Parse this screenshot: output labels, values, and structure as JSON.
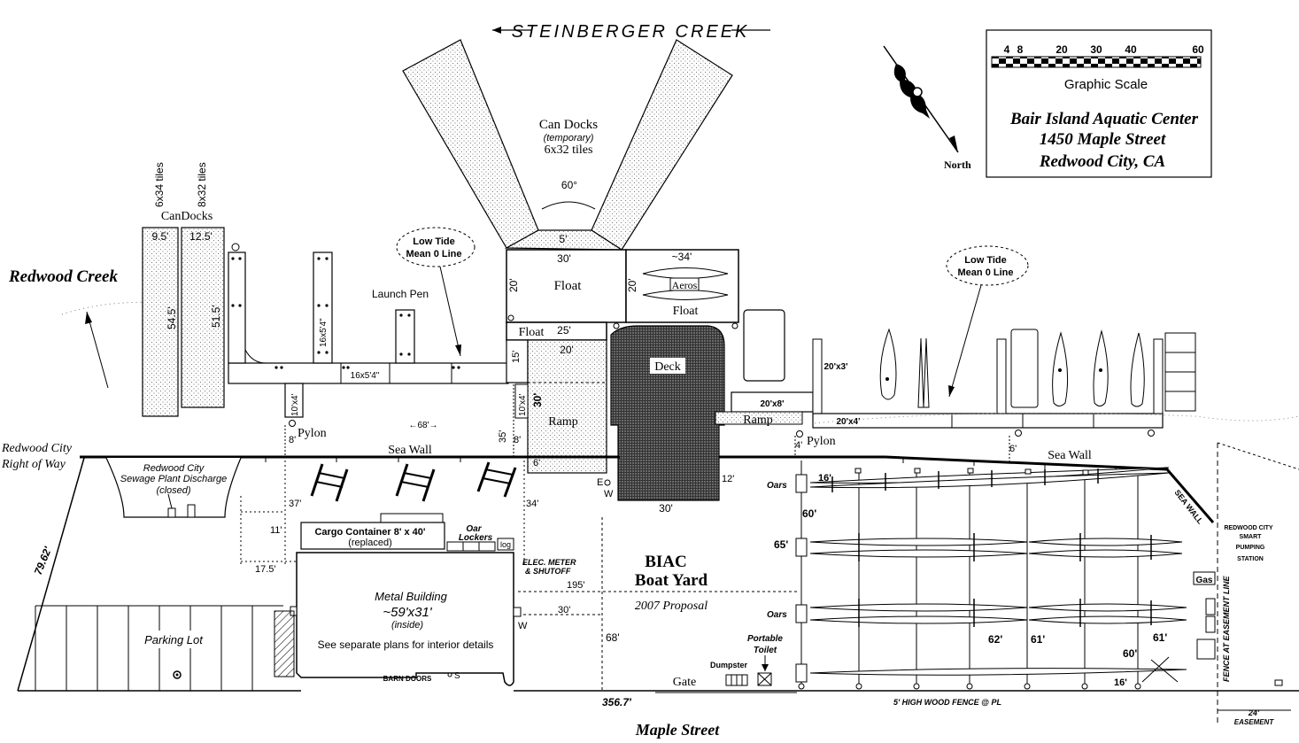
{
  "creek": {
    "label": "STEINBERGER CREEK"
  },
  "title_block": {
    "scale_ticks": [
      "4",
      "8",
      "20",
      "30",
      "40",
      "60"
    ],
    "scale_caption": "Graphic Scale",
    "line1": "Bair Island Aquatic Center",
    "line2": "1450 Maple Street",
    "line3": "Redwood City, CA"
  },
  "north": {
    "label": "North"
  },
  "left_water": {
    "label": "Redwood Creek"
  },
  "row": {
    "line1": "Redwood City",
    "line2": "Right of Way"
  },
  "candocks_left": {
    "title": "CanDocks",
    "tile_a": "6x34 tiles",
    "tile_b": "8x32 tiles",
    "width_a": "9.5'",
    "width_b": "12.5'",
    "len_a": "54.5'",
    "len_b": "51.5'"
  },
  "can_docks_top": {
    "title": "Can Docks",
    "sub": "(temporary)",
    "tiles": "6x32 tiles",
    "angle": "60°",
    "gap": "5'"
  },
  "tide": [
    {
      "line1": "Low Tide",
      "line2": "Mean 0 Line"
    },
    {
      "line1": "Low Tide",
      "line2": "Mean 0 Line"
    }
  ],
  "docks": {
    "launch_pen": "Launch Pen",
    "finger_16": "16x5'4\"",
    "walk_16": "16x5'4\"",
    "pier_10": "10'x4'",
    "pier_10b": "10'x4'",
    "span_68": "←68'→",
    "float_left_label": "Float",
    "float_left_w": "30'",
    "float_left_h": "20'",
    "float_right_label": "Float",
    "float_right_w": "~34'",
    "float_right_h": "20'",
    "aeros": "Aeros",
    "float_small": "Float",
    "float_small_w": "25'",
    "ramp_label": "Ramp",
    "ramp_top": "20'",
    "ramp_len": "30'",
    "ramp_left": "15'",
    "ramp_right": "Ramp",
    "deck": "Deck",
    "d20x8": "20'x8'",
    "d20x3": "20'x3'",
    "d20x4": "20'x4'"
  },
  "markers": {
    "pylon_left": "Pylon",
    "pylon_right": "Pylon",
    "sea_wall_left": "Sea Wall",
    "sea_wall_right": "Sea Wall",
    "sea_wall_diag": "SEA WALL",
    "e": "E",
    "w": "W",
    "w2": "W",
    "s": "S"
  },
  "dims": {
    "d8": "8'",
    "d35": "35'",
    "d8b": "8'",
    "d6a": "6'",
    "d4": "4'",
    "d6b": "6'",
    "d12": "12'",
    "d30deck": "30'",
    "d37": "37'",
    "d11": "11'",
    "d17": "17.5'",
    "d34": "34'",
    "d195": "195'",
    "d30": "30'",
    "d68": "68'",
    "d79": "79.62'",
    "d356": "356.7'",
    "d16top": "16'",
    "d60a": "60'",
    "d65": "65'",
    "d62": "62'",
    "d61a": "61'",
    "d61b": "61'",
    "d60b": "60'",
    "d16bot": "16'",
    "d24": "24'",
    "easement": "EASEMENT"
  },
  "sewage": {
    "line1": "Redwood City",
    "line2": "Sewage Plant Discharge",
    "line3": "(closed)"
  },
  "cargo": {
    "label": "Cargo Container  8' x 40'",
    "sub": "(replaced)"
  },
  "oar_lockers": {
    "line1": "Oar",
    "line2": "Lockers",
    "log": "log"
  },
  "elec": {
    "line1": "ELEC. METER",
    "line2": "& SHUTOFF"
  },
  "metal_building": {
    "title": "Metal Building",
    "size": "~59'x31'",
    "inside": "(inside)",
    "note": "See separate plans for interior details",
    "barn": "BARN DOORS"
  },
  "parking": {
    "label": "Parking Lot"
  },
  "yard": {
    "line1": "BIAC",
    "line2": "Boat Yard",
    "proposal": "2007 Proposal"
  },
  "yard_labels": {
    "oars_top": "Oars",
    "oars_mid": "Oars",
    "portable1": "Portable",
    "portable2": "Toilet",
    "dumpster": "Dumpster",
    "gate": "Gate",
    "gas": "Gas",
    "fence": "5' HIGH WOOD FENCE @ PL",
    "easement_line": "FENCE AT EASEMENT LINE",
    "pump1": "REDWOOD CITY",
    "pump2": "SMART",
    "pump3": "PUMPING",
    "pump4": "STATION"
  },
  "street": {
    "label": "Maple Street"
  }
}
